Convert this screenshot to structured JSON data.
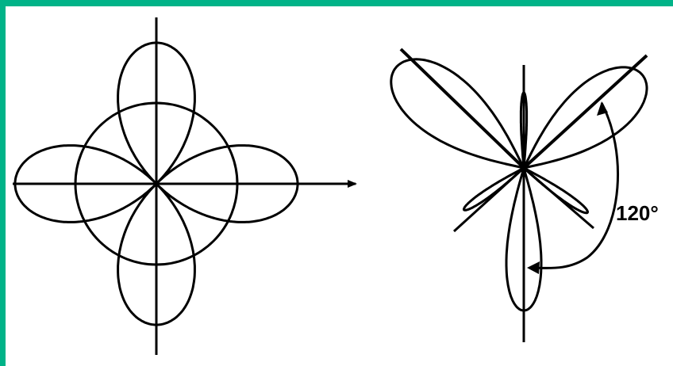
{
  "diagrams": [
    {
      "id": "quadrupole-pattern"
    },
    {
      "id": "three-fold-pattern",
      "angle_label": "120°"
    }
  ],
  "colors": {
    "frame": "#00b388",
    "stroke": "#000000",
    "background": "#ffffff"
  }
}
